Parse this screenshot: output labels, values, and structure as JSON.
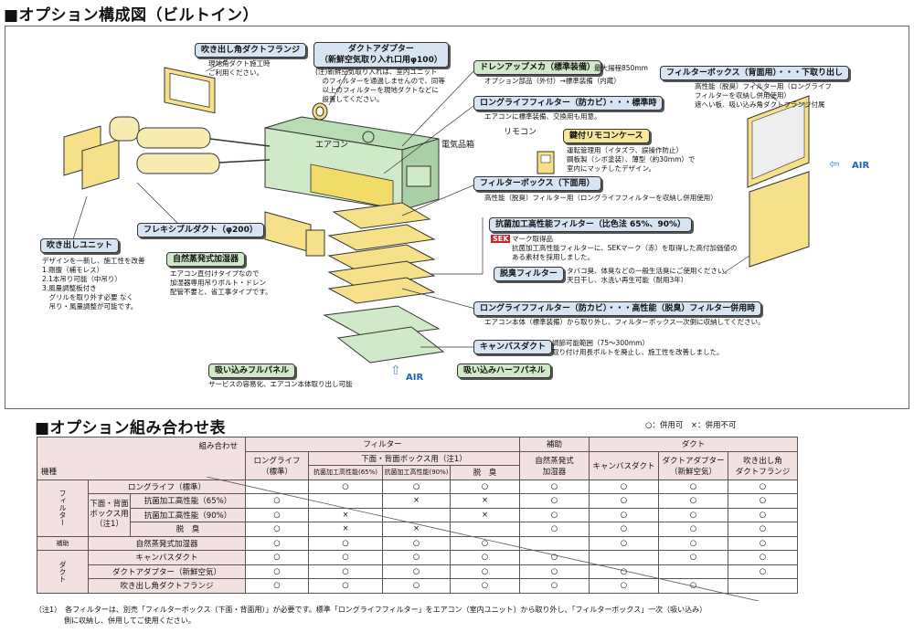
{
  "title1": "■オプション構成図（ビルトイン）",
  "title2": "■オプション組み合わせ表",
  "legend": "○：併用可　×：併用不可",
  "labels": {
    "fukidashi_flange": "吹き出し角ダクトフランジ",
    "duct_adapter": "ダクトアダプター\n（新鮮空気取り入れ口用φ100）",
    "drain": "ドレンアップメカ（標準装備）",
    "longlife_kabi": "ロングライフフィルター（防カビ）・・・標準時",
    "filter_box_back": "フィルターボックス（背面用）・・・下取り出し",
    "key_remocon": "鍵付リモコンケース",
    "filter_box_bottom": "フィルターボックス（下面用）",
    "antibac": "抗菌加工高性能フィルター（比色法 65%、90%）",
    "deodor": "脱臭フィルター",
    "longlife_combo": "ロングライフフィルター（防カビ）・・・高性能（脱臭）フィルター併用時",
    "canvas": "キャンバスダクト",
    "suction_full": "吸い込みフルパネル",
    "suction_half": "吸い込みハーフパネル",
    "flexible": "フレキシブルダクト（φ200）",
    "unit_out": "吹き出しユニット",
    "humidifier": "自然蒸発式加湿器",
    "aircon": "エアコン",
    "remocon": "リモコン",
    "electric": "電気品箱",
    "sek": "SEK"
  },
  "texts": {
    "flange_desc": "現地角ダクト施工時\nご利用ください。",
    "adapter_desc": "(注)新鮮空気取り入れは、室内ユニット\n　のフィルターを通過しませんので、同等\n　以上のフィルターを現地ダクトなどに\n　設置してください。",
    "drain_max": "最大揚程850mm",
    "drain_desc": "オプション部品（外付）→標準装備（内蔵）",
    "longlife_desc": "エアコンに標準装備、交換用も用意。",
    "back_desc": "高性能（脱臭）フィルター用（ロングライフ\nフィルターを収納し併用使用）\n遮へい板、吸い込み角ダクトフランジ付属",
    "remocon_desc": "運転管理用（イタズラ、誤操作防止）\n鋼板製（シボ塗装）、薄型（約30mm）で\n室内にマッチしたデザイン。",
    "bottom_desc": "高性能（脱臭）フィルター用（ロングライフフィルターを収納し併用使用）",
    "sek_desc": "マーク取得品\n抗菌加工高性能フィルターに、SEKマーク（赤）を取得した高付加価値の\nある素材を採用しました。",
    "deodor_desc": "タバコ臭、体臭などの一般生活臭にご使用ください。\n天日干し、水洗い再生可能（耐用3年）",
    "combo_desc": "エアコン本体（標準装備）から取り外し、フィルターボックス一次側に収納してください。",
    "canvas_desc": "調節可能範囲（75〜300mm）\n取り付け用長ボルトを廃止し、施工性を改善しました。",
    "full_desc": "サービスの容易化、エアコン本体取り出し可能",
    "unit_desc": "デザインを一新し、施工性を改善\n1.剛腹（補モレス）\n2.1本吊り可能（中吊り）\n3.風量調整板付き\n　グリルを取り外す必要 なく\n　吊り・風量調整が可能です。",
    "hum_desc": "エアコン直付けタイプなので\n加湿器専用吊りボルト・ドレン\n配管不要と、省工事タイプです。",
    "air": "AIR"
  },
  "table": {
    "corner_top": "組み合わせ",
    "corner_bottom": "機種",
    "group_filter": "フィルター",
    "group_aux": "補助",
    "group_duct": "ダクト",
    "col_longlife": "ロングライフ\n（標準）",
    "col_box": "下面・背面ボックス用（注1）",
    "col_a65": "抗菌加工高性能(65%)",
    "col_a90": "抗菌加工高性能(90%)",
    "col_deo": "脱　臭",
    "col_hum": "自然蒸発式\n加湿器",
    "col_canvas": "キャンバスダクト",
    "col_adapter": "ダクトアダプター\n（新鮮空気）",
    "col_flange": "吹き出し角\nダクトフランジ",
    "side_filter": "フィルター",
    "side_aux": "補助",
    "side_duct": "ダクト",
    "box_label": "下面・背面\nボックス用\n（注1）",
    "rows": [
      {
        "name": "ロングライフ（標準）",
        "cells": [
          "",
          "○",
          "○",
          "○",
          "○",
          "○",
          "○",
          "○"
        ]
      },
      {
        "name": "抗菌加工高性能（65%）",
        "cells": [
          "○",
          "",
          "×",
          "×",
          "○",
          "○",
          "○",
          "○"
        ]
      },
      {
        "name": "抗菌加工高性能（90%）",
        "cells": [
          "○",
          "×",
          "",
          "×",
          "○",
          "○",
          "○",
          "○"
        ]
      },
      {
        "name": "脱　臭",
        "cells": [
          "○",
          "×",
          "×",
          "",
          "○",
          "○",
          "○",
          "○"
        ]
      },
      {
        "name": "自然蒸発式加湿器",
        "cells": [
          "○",
          "○",
          "○",
          "○",
          "",
          "○",
          "○",
          "○"
        ]
      },
      {
        "name": "キャンバスダクト",
        "cells": [
          "○",
          "○",
          "○",
          "○",
          "○",
          "",
          "○",
          "○"
        ]
      },
      {
        "name": "ダクトアダプター（新鮮空気）",
        "cells": [
          "○",
          "○",
          "○",
          "○",
          "○",
          "○",
          "",
          "○"
        ]
      },
      {
        "name": "吹き出し角ダクトフランジ",
        "cells": [
          "○",
          "○",
          "○",
          "○",
          "○",
          "○",
          "○",
          ""
        ]
      }
    ]
  },
  "footnote": "（注1）　各フィルターは、別売「フィルターボックス（下面・背面用）」が必要です。標準「ロングライフフィルター」をエアコン（室内ユニット）から取り外し、「フィルターボックス」一次（吸い込み）\n　　　　側に収納し、併用してご使用ください。"
}
